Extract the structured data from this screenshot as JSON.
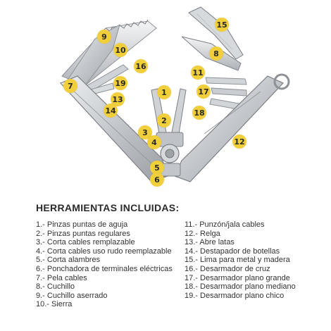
{
  "colors": {
    "badge": "#f1cf3b",
    "steel": "#c8cbcf",
    "steel_dark": "#8e9297",
    "text": "#2b2b2b"
  },
  "heading": "HERRAMIENTAS INCLUIDAS:",
  "badges": [
    "1",
    "2",
    "3",
    "4",
    "5",
    "6",
    "7",
    "8",
    "9",
    "10",
    "11",
    "12",
    "13",
    "14",
    "15",
    "16",
    "17",
    "18",
    "19"
  ],
  "tools_left": [
    "1.- Pinzas puntas de aguja",
    "2.- Pinzas puntas regulares",
    "3.- Corta cables remplazable",
    "4.- Corta cables uso rudo reemplazable",
    "5.- Corta alambres",
    "6.- Ponchadora de terminales eléctricas",
    "7.- Pela cables",
    "8.- Cuchillo",
    "9.- Cuchillo aserrado",
    "10.- Sierra"
  ],
  "tools_right": [
    "11.- Punzón/jala cables",
    "12.- Relga",
    "13.- Abre latas",
    "14.- Destapador de botellas",
    "15.- Lima para metal y madera",
    "16.- Desarmador de cruz",
    "17.- Desarmador plano grande",
    "18.- Desarmador plano mediano",
    "19.- Desarmador plano chico"
  ]
}
